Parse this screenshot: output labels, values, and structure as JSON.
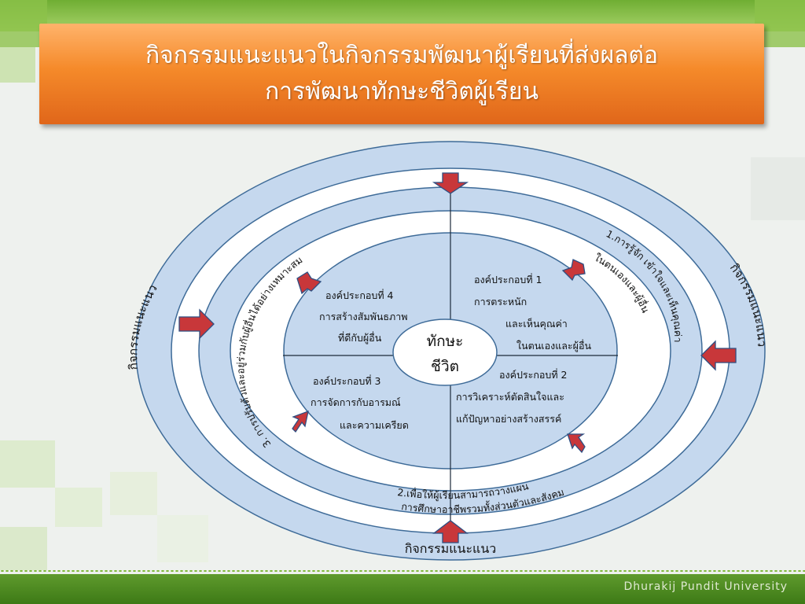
{
  "title": {
    "line1": "กิจกรรมแนะแนวในกิจกรรมพัฒนาผู้เรียนที่ส่งผลต่อ",
    "line2": "การพัฒนาทักษะชีวิตผู้เรียน"
  },
  "center": {
    "line1": "ทักษะ",
    "line2": "ชีวิต"
  },
  "components": {
    "c1": {
      "line1": "องค์ประกอบที่ 1",
      "line2": "การตระหนัก",
      "line3": "และเห็นคุณค่า",
      "line4": "ในตนเองและผู้อื่น"
    },
    "c2": {
      "line1": "องค์ประกอบที่ 2",
      "line2": "การวิเคราะห์ตัดสินใจและ",
      "line3": "แก้ปัญหาอย่างสร้างสรรค์"
    },
    "c3": {
      "line1": "องค์ประกอบที่ 3",
      "line2": "การจัดการกับอารมณ์",
      "line3": "และความเครียด"
    },
    "c4": {
      "line1": "องค์ประกอบที่ 4",
      "line2": "การสร้างสัมพันธภาพ",
      "line3": "ที่ดีกับผู้อื่น"
    }
  },
  "ring_labels": {
    "topright_line1": "1.การรู้จัก เข้าใจและเห็นคุณค่า",
    "topright_line2": "ในตนเองและผู้อื่น",
    "bottom_line1": "2.เพื่อให้ผู้เรียนสามารถวางแผน",
    "bottom_line2": "การศึกษาอาชีพรวมทั้งส่วนตัวและสังคม",
    "left_line1": "3. การปรับตัวและอยู่ร่วมกับผู้อื่นได้อย่างเหมาะสม"
  },
  "outer_labels": {
    "left": "กิจกรรมแนะแนว",
    "right": "กิจกรรมแนะแนว",
    "bottom": "กิจกรรมแนะแนว"
  },
  "footer": {
    "university": "Dhurakij Pundit University"
  },
  "colors": {
    "ring_blue": "#c5d8ee",
    "ring_stroke": "#2f5a8a",
    "arrow_red": "#c8373a",
    "title_orange": "#f58a2a",
    "footer_green": "#4f8a22"
  }
}
